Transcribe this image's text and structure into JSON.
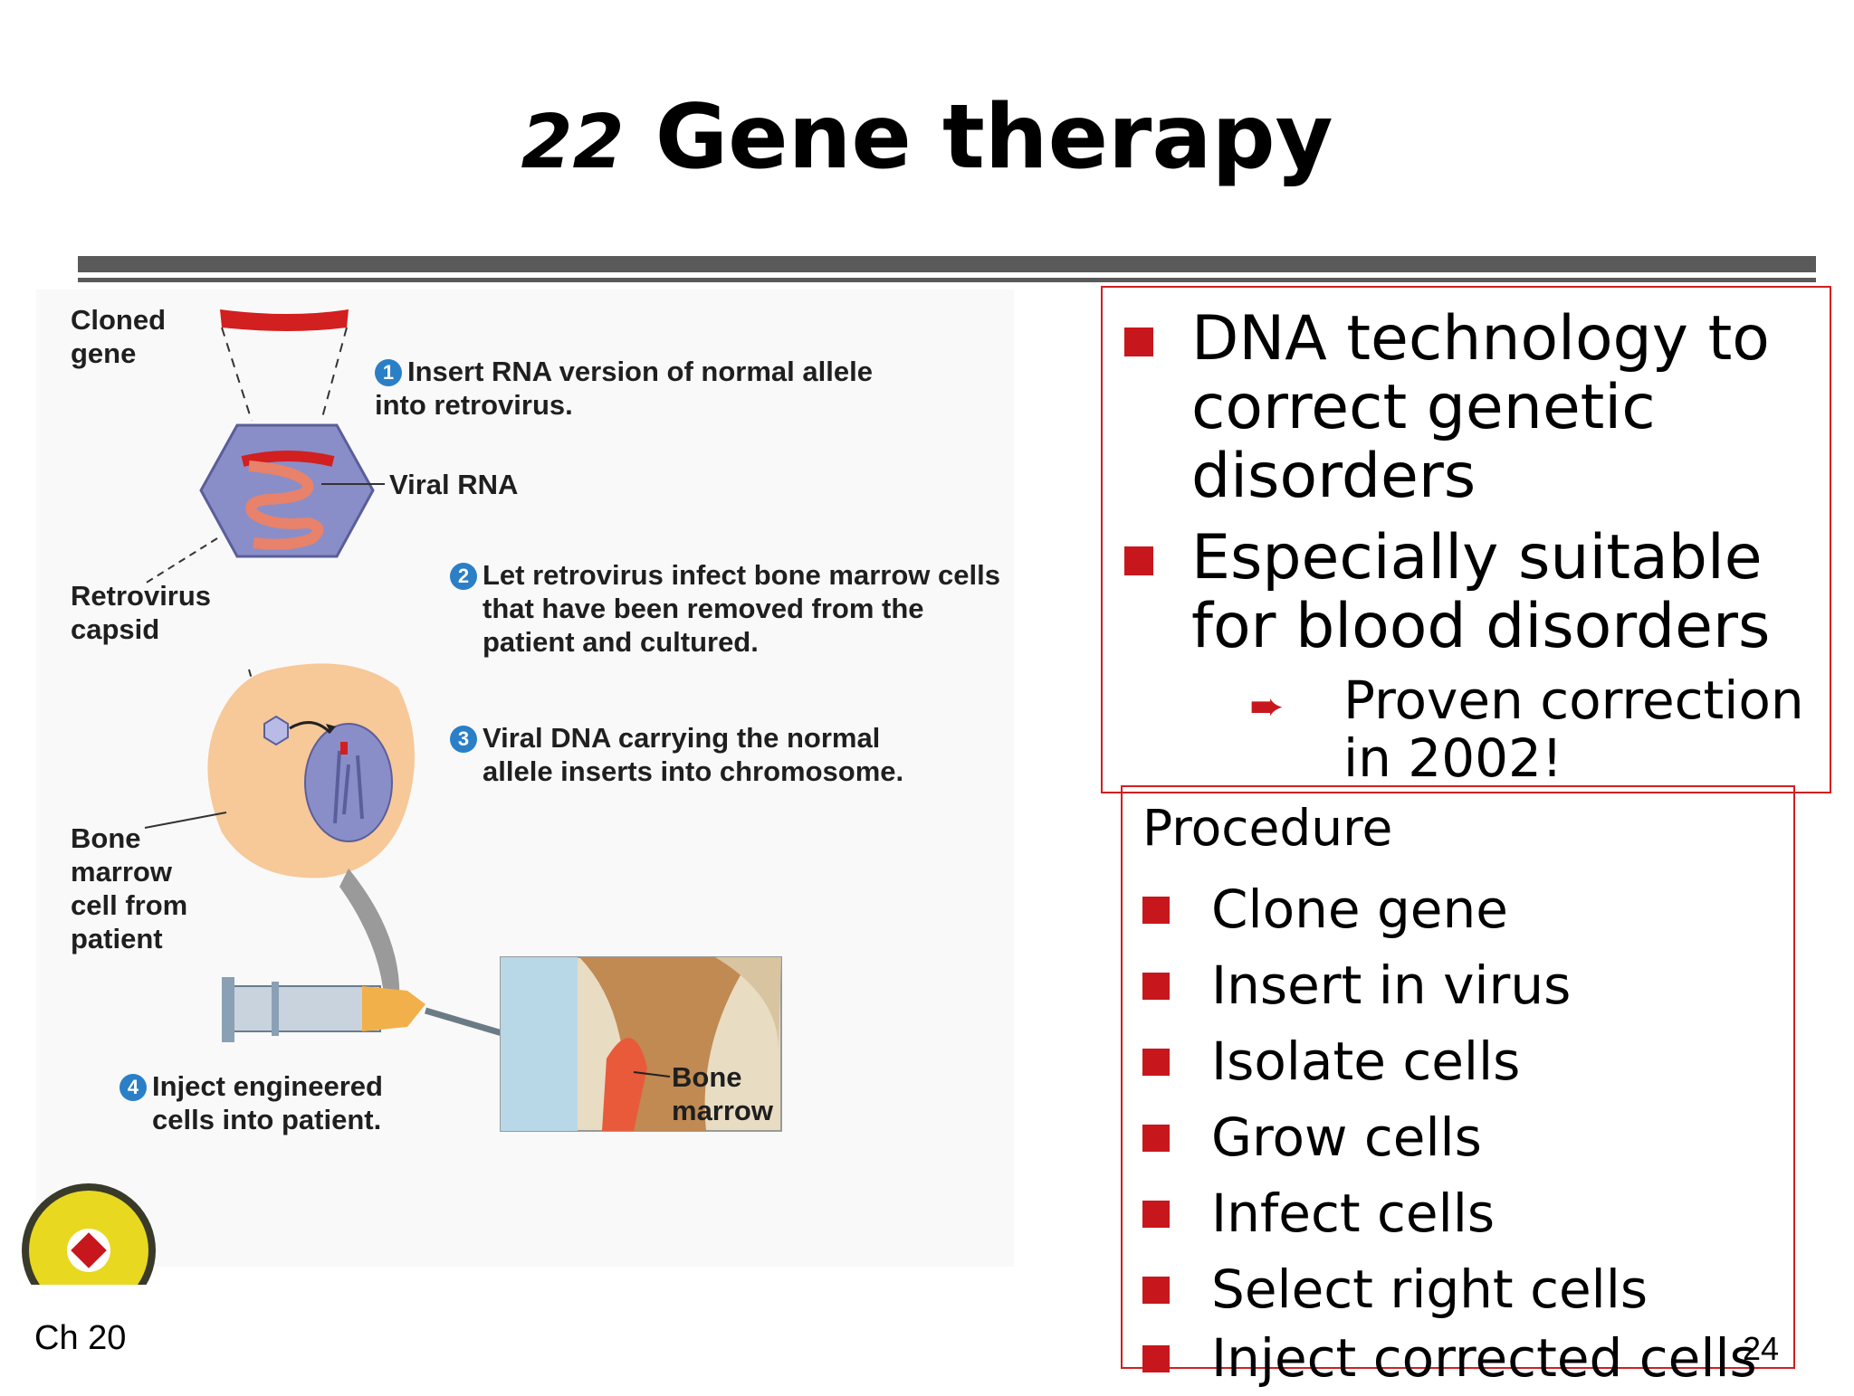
{
  "slide": {
    "number": "22",
    "title": "Gene therapy",
    "chapter": "Ch 20",
    "page": "24"
  },
  "figure": {
    "labels": {
      "cloned_gene": "Cloned\ngene",
      "viral_rna": "Viral RNA",
      "retrovirus_capsid": "Retrovirus\ncapsid",
      "bone_marrow_cell": "Bone\nmarrow\ncell from\npatient",
      "bone_marrow": "Bone\nmarrow"
    },
    "steps": [
      {
        "n": "1",
        "text": "Insert RNA version of normal allele\ninto retrovirus."
      },
      {
        "n": "2",
        "text": "Let retrovirus infect bone marrow cells\nthat have been removed from the\npatient and cultured."
      },
      {
        "n": "3",
        "text": "Viral DNA carrying the normal\nallele inserts into chromosome."
      },
      {
        "n": "4",
        "text": "Inject engineered\ncells into patient."
      }
    ]
  },
  "bullets": [
    {
      "text": "DNA technology to\ncorrect genetic\ndisorders"
    },
    {
      "text": "Especially suitable\nfor blood disorders"
    }
  ],
  "sub_bullet": "Proven correction\nin 2002!",
  "procedure": {
    "title": "Procedure",
    "items": [
      "Clone gene",
      "Insert in virus",
      "Isolate cells",
      "Grow cells",
      "Infect cells",
      "Select right cells",
      "Inject corrected cells"
    ]
  },
  "colors": {
    "bullet": "#c8171c",
    "box_border": "#d21f1f",
    "badge": "#2a7fc7"
  }
}
